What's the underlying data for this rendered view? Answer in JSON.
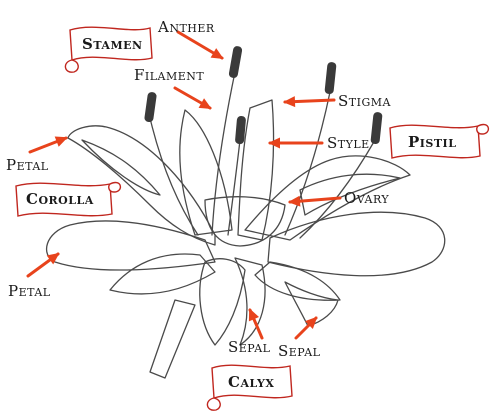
{
  "colors": {
    "arrow": "#e8431c",
    "ribbon_stroke": "#c0271f",
    "ink": "#1a1a1a",
    "petal_shade": "#e2e2e2",
    "petal_dark": "#bdbdbd"
  },
  "labels": {
    "anther": "Anther",
    "filament": "Filament",
    "stigma": "Stigma",
    "style": "Style",
    "ovary": "Ovary",
    "petal_top": "Petal",
    "petal_bottom": "Petal",
    "sepal_left": "Sepal",
    "sepal_right": "Sepal"
  },
  "banners": {
    "stamen": "Stamen",
    "pistil": "Pistil",
    "corolla": "Corolla",
    "calyx": "Calyx"
  }
}
